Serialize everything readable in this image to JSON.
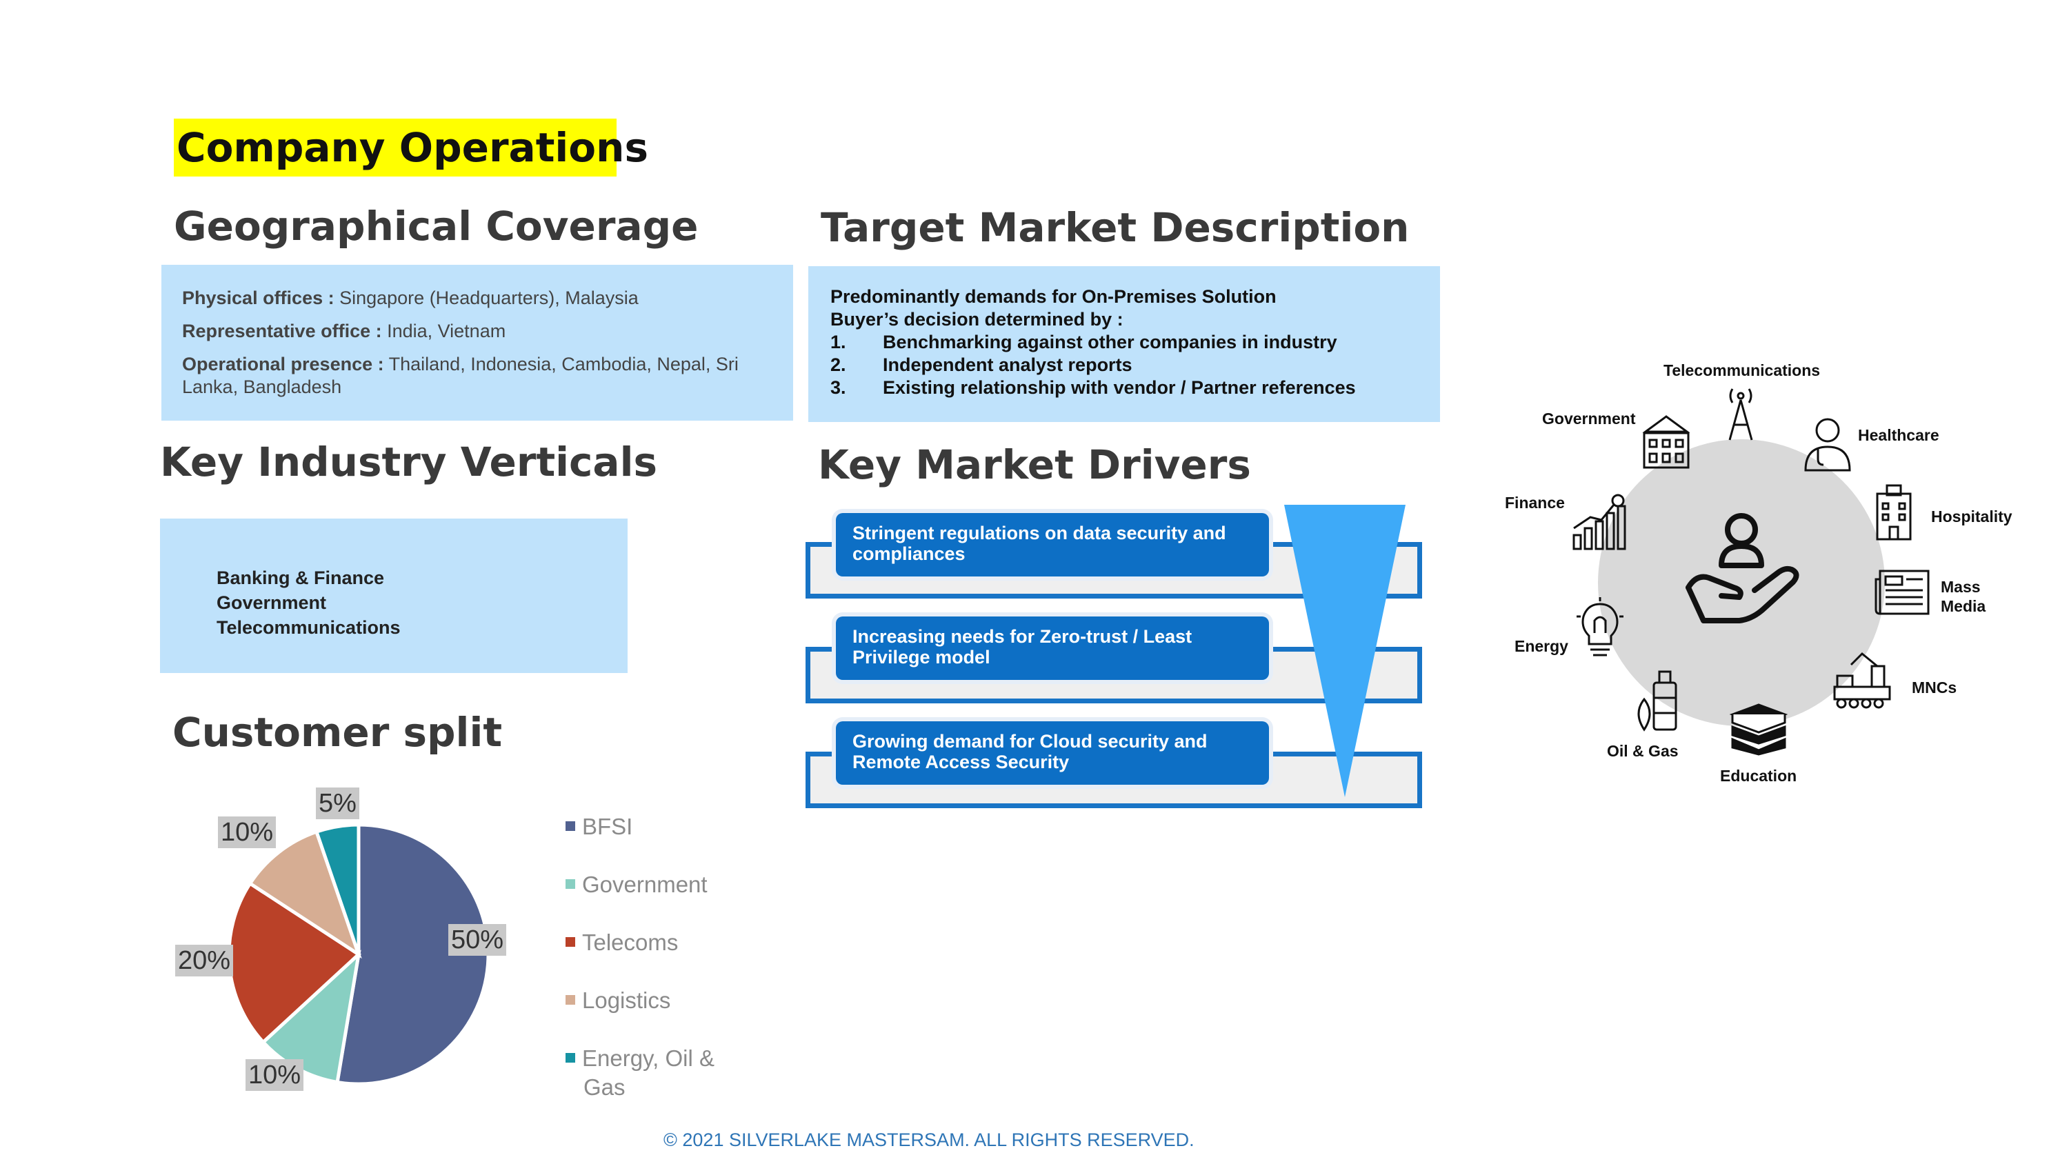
{
  "title": "Company Operations",
  "geo": {
    "heading": "Geographical Coverage",
    "physical_label": "Physical offices :",
    "physical_value": " Singapore (Headquarters), Malaysia",
    "rep_label": "Representative office :",
    "rep_value": " India, Vietnam",
    "ops_label": "Operational presence :",
    "ops_value": " Thailand, Indonesia, Cambodia, Nepal, Sri Lanka, Bangladesh"
  },
  "target": {
    "heading": "Target Market Description",
    "line1": "Predominantly demands for On-Premises Solution",
    "line2": "Buyer’s decision determined by :",
    "items": [
      {
        "num": "1.",
        "text": "Benchmarking against other companies in industry"
      },
      {
        "num": "2.",
        "text": "Independent analyst reports"
      },
      {
        "num": "3.",
        "text": "Existing relationship with vendor / Partner references"
      }
    ]
  },
  "verticals": {
    "heading": "Key Industry Verticals",
    "items": [
      "Banking & Finance",
      "Government",
      "Telecommunications"
    ]
  },
  "drivers": {
    "heading": "Key Market Drivers",
    "items": [
      "Stringent regulations on data security and compliances",
      "Increasing needs for Zero-trust / Least Privilege model",
      "Growing demand for Cloud security and Remote Access Security"
    ]
  },
  "customer_split": {
    "heading": "Customer split"
  },
  "chart_data": {
    "type": "pie",
    "categories": [
      "BFSI",
      "Government",
      "Telecoms",
      "Logistics",
      "Energy, Oil & Gas"
    ],
    "values": [
      50,
      10,
      20,
      10,
      5
    ],
    "labels": [
      "50%",
      "10%",
      "20%",
      "10%",
      "5%"
    ],
    "colors": [
      "#516190",
      "#88cfc2",
      "#ba4128",
      "#d6ad93",
      "#1693a3"
    ],
    "legend_position": "right"
  },
  "industries": {
    "telecom": "Telecommunications",
    "government": "Government",
    "healthcare": "Healthcare",
    "finance": "Finance",
    "hospitality": "Hospitality",
    "mass_media_1": "Mass",
    "mass_media_2": "Media",
    "energy": "Energy",
    "mncs": "MNCs",
    "oil_gas": "Oil & Gas",
    "education": "Education"
  },
  "footer": "© 2021 SILVERLAKE MASTERSAM. ALL RIGHTS RESERVED."
}
